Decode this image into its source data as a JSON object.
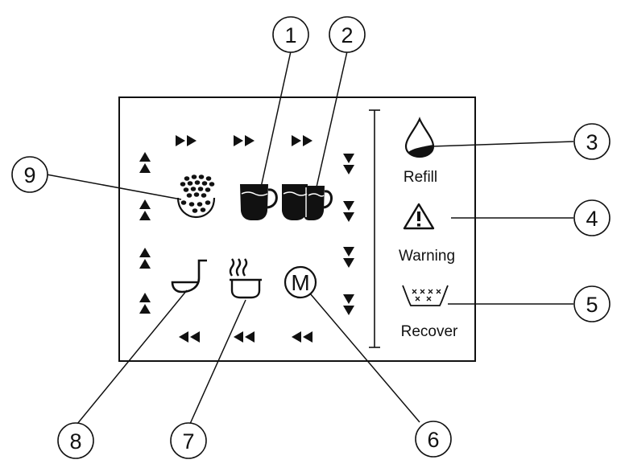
{
  "callouts": [
    "1",
    "2",
    "3",
    "4",
    "5",
    "6",
    "7",
    "8",
    "9"
  ],
  "indicators": {
    "refill": "Refill",
    "warning": "Warning",
    "recover": "Recover",
    "maintenance": "M"
  },
  "colors": {
    "ink": "#111111",
    "background": "#ffffff"
  },
  "icons": {
    "beans": "coffee-beans-icon",
    "one_cup": "single-cup-icon",
    "two_cups": "double-cup-icon",
    "hot_water": "hot-water-cup-icon",
    "steam": "steam-spout-icon",
    "maintenance": "maintenance-m-icon",
    "refill": "water-drop-icon",
    "warning": "warning-triangle-icon",
    "recover": "descale-tray-icon"
  }
}
